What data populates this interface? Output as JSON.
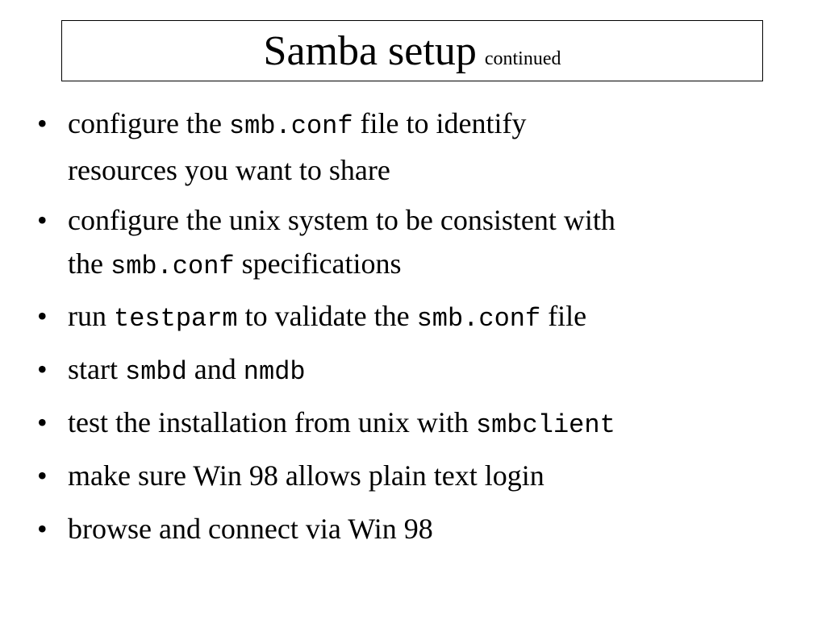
{
  "slide": {
    "title": "Samba setup",
    "subtitle": "continued"
  },
  "bullets": [
    {
      "line1_a": "configure the ",
      "line1_code": "smb.conf",
      "line1_b": " file to identify",
      "line2": "resources you want to share"
    },
    {
      "line1": "configure the unix system to be consistent with",
      "line2_a": "the ",
      "line2_code": "smb.conf",
      "line2_b": " specifications"
    },
    {
      "a": "run ",
      "code1": "testparm",
      "b": " to validate the ",
      "code2": "smb.conf",
      "c": " file"
    },
    {
      "a": "start ",
      "code1": "smbd",
      "b": " and ",
      "code2": "nmdb"
    },
    {
      "a": "test the installation from unix with ",
      "code1": "smbclient"
    },
    {
      "text": "make sure Win 98 allows plain text login"
    },
    {
      "text": "browse and connect via Win 98"
    }
  ]
}
